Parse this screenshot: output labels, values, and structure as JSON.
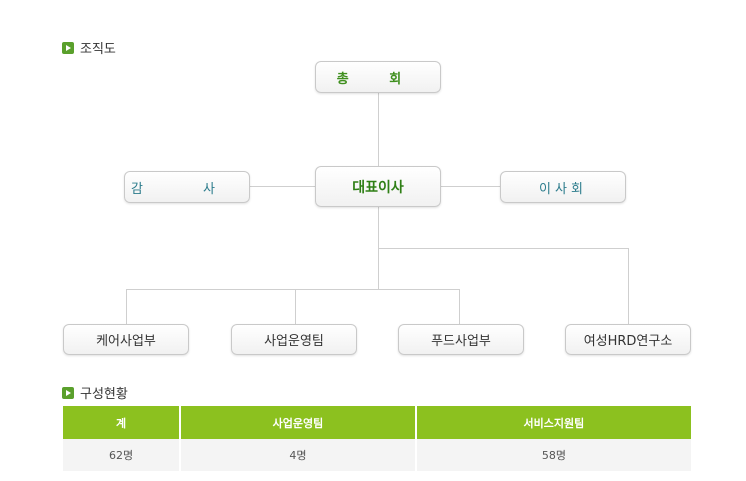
{
  "org_section": {
    "title": "조직도",
    "icon": "play-bullet-icon"
  },
  "org_chart": {
    "general_meeting": "총 회",
    "ceo": "대표이사",
    "auditor": "감 사",
    "board": "이사회",
    "departments": [
      "케어사업부",
      "사업운영팀",
      "푸드사업부",
      "여성HRD연구소"
    ]
  },
  "composition_section": {
    "title": "구성현황",
    "icon": "play-bullet-icon"
  },
  "table": {
    "headers": [
      "계",
      "사업운영팀",
      "서비스지원팀"
    ],
    "rows": [
      [
        "62명",
        "4명",
        "58명"
      ]
    ]
  },
  "colors": {
    "accent_green": "#8cc11f",
    "bullet_green": "#5aa02c",
    "ceo_text": "#2f7f16",
    "teal_text": "#2c7c8c"
  }
}
